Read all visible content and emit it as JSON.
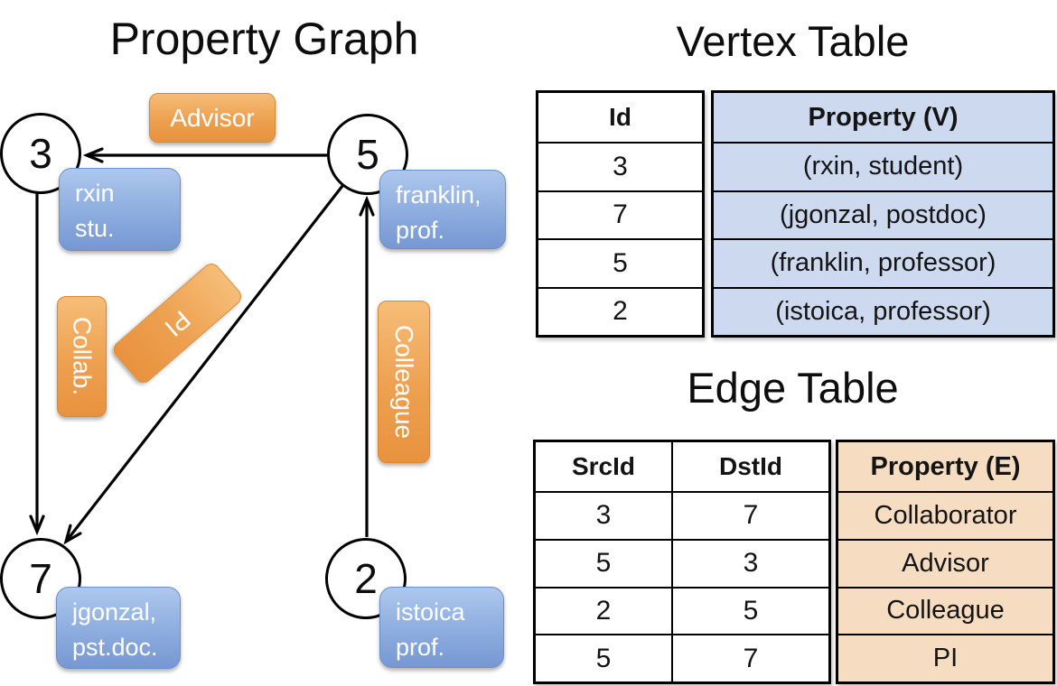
{
  "graph": {
    "title": "Property Graph",
    "nodes": [
      {
        "id": "3",
        "label_line1": "rxin",
        "label_line2": "stu."
      },
      {
        "id": "5",
        "label_line1": "franklin,",
        "label_line2": "prof."
      },
      {
        "id": "7",
        "label_line1": "jgonzal,",
        "label_line2": "pst.doc."
      },
      {
        "id": "2",
        "label_line1": "istoica",
        "label_line2": "prof."
      }
    ],
    "edges": [
      {
        "from": "5",
        "to": "3",
        "label": "Advisor"
      },
      {
        "from": "3",
        "to": "7",
        "label": "Collab."
      },
      {
        "from": "5",
        "to": "7",
        "label": "PI"
      },
      {
        "from": "2",
        "to": "5",
        "label": "Colleague"
      }
    ]
  },
  "vertex_table": {
    "title": "Vertex Table",
    "col_id": "Id",
    "col_property": "Property (V)",
    "rows": [
      {
        "id": "3",
        "property": "(rxin, student)"
      },
      {
        "id": "7",
        "property": "(jgonzal, postdoc)"
      },
      {
        "id": "5",
        "property": "(franklin, professor)"
      },
      {
        "id": "2",
        "property": "(istoica, professor)"
      }
    ]
  },
  "edge_table": {
    "title": "Edge Table",
    "col_src": "SrcId",
    "col_dst": "DstId",
    "col_property": "Property (E)",
    "rows": [
      {
        "src": "3",
        "dst": "7",
        "property": "Collaborator"
      },
      {
        "src": "5",
        "dst": "3",
        "property": "Advisor"
      },
      {
        "src": "2",
        "dst": "5",
        "property": "Colleague"
      },
      {
        "src": "5",
        "dst": "7",
        "property": "PI"
      }
    ]
  },
  "colors": {
    "edge_label_top": "#f6bd78",
    "edge_label_bottom": "#e8923e",
    "vertex_box_top": "#aec7ed",
    "vertex_box_bottom": "#7697d2",
    "vertex_property_bg": "#cdd9ef",
    "edge_property_bg": "#f6dcc0",
    "line_color": "#000000"
  }
}
